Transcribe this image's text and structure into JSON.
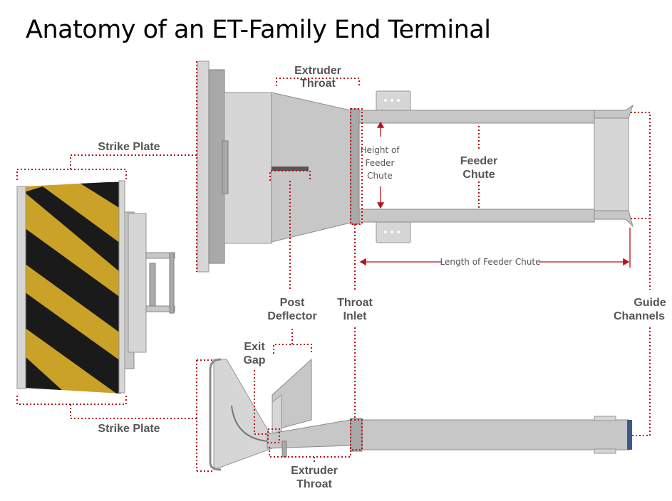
{
  "title": "Anatomy of an ET-Family End Terminal",
  "labels": {
    "extruder_throat_top_1": "Extruder",
    "extruder_throat_top_2": "Throat",
    "strike_plate_top": "Strike Plate",
    "height_1": "Height of",
    "height_2": "Feeder",
    "height_3": "Chute",
    "feeder_chute_1": "Feeder",
    "feeder_chute_2": "Chute",
    "length_feeder_chute": "Length of Feeder Chute",
    "post_deflector_1": "Post",
    "post_deflector_2": "Deflector",
    "throat_inlet_1": "Throat",
    "throat_inlet_2": "Inlet",
    "guide_channels_1": "Guide",
    "guide_channels_2": "Channels",
    "exit_gap_1": "Exit",
    "exit_gap_2": "Gap",
    "strike_plate_bottom": "Strike Plate",
    "extruder_throat_bottom_1": "Extruder",
    "extruder_throat_bottom_2": "Throat"
  },
  "colors": {
    "callout_red": "#b5121b",
    "stripe_yellow": "#c9a227",
    "stripe_black": "#1a1a1a",
    "label_gray": "#555555"
  }
}
